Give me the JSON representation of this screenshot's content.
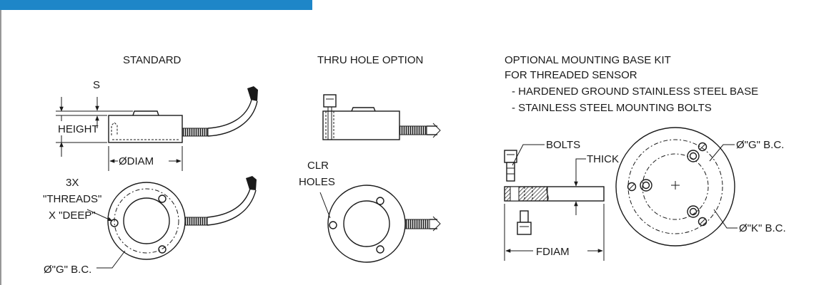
{
  "header_band_color": "#1e86c8",
  "views": {
    "standard": {
      "title": "STANDARD",
      "dim_s": "S",
      "dim_height": "HEIGHT",
      "dim_diam": "ØDIAM",
      "note_qty": "3X",
      "note_threads": "\"THREADS\"",
      "note_deep": "X \"DEEP\"",
      "note_bc": "Ø\"G\" B.C."
    },
    "thru_hole": {
      "title": "THRU HOLE OPTION",
      "note_clr": "CLR",
      "note_holes": "HOLES"
    },
    "mounting_base": {
      "title_line1": "OPTIONAL MOUNTING BASE KIT",
      "title_line2": "FOR THREADED SENSOR",
      "bullet1": "- HARDENED GROUND STAINLESS STEEL BASE",
      "bullet2": "- STAINLESS STEEL MOUNTING BOLTS",
      "label_bolts": "BOLTS",
      "label_thick": "THICK",
      "label_fdiam": "FDIAM",
      "label_g_bc": "Ø\"G\" B.C.",
      "label_k_bc": "Ø\"K\" B.C."
    }
  }
}
